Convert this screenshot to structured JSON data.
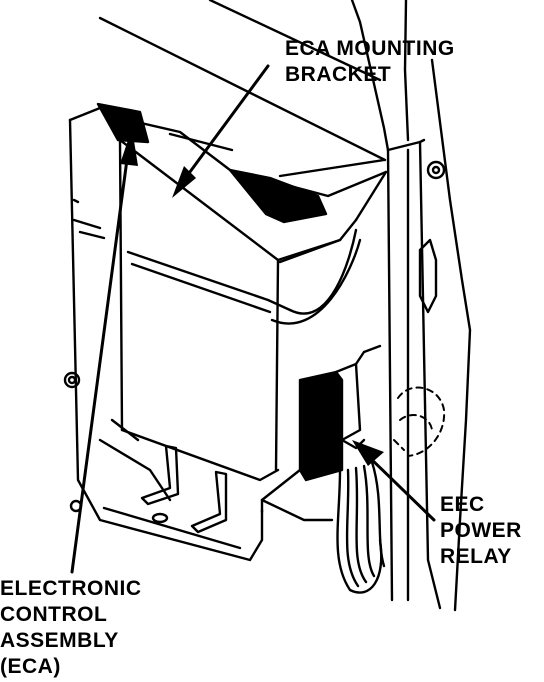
{
  "labels": {
    "mounting_bracket": [
      "ECA MOUNTING",
      "BRACKET"
    ],
    "control_assembly": [
      "ELECTRONIC",
      "CONTROL",
      "ASSEMBLY",
      "(ECA)"
    ],
    "power_relay": [
      "EEC",
      "POWER",
      "RELAY"
    ]
  },
  "colors": {
    "ink": "#000000",
    "paper": "#ffffff"
  }
}
